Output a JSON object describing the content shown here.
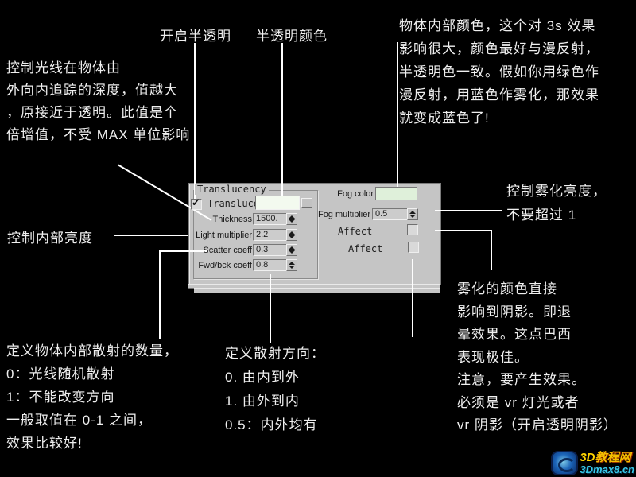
{
  "colors": {
    "background": "#000000",
    "panel_bg": "#c5c5c5",
    "connector": "#ffffff",
    "translucent_swatch": "#f3faef",
    "fog_swatch": "#dff0da",
    "logo_yellow": "#ffd400",
    "logo_cyan": "#38c8e8"
  },
  "annotations": {
    "enable_label": "开启半透明",
    "color_label": "半透明颜色",
    "top_left_lines": [
      "控制光线在物体由",
      "外向内追踪的深度，值越大",
      "，原接近于透明。此值是个",
      "倍增值，不受 MAX 单位影响"
    ],
    "top_right_lines": [
      "物体内部颜色，这个对 3s 效果",
      "影响很大，颜色最好与漫反射，",
      "半透明色一致。假如你用绿色作",
      "漫反射，用蓝色作雾化，那效果",
      "就变成蓝色了!"
    ],
    "mid_left": "控制内部亮度",
    "mid_right_lines": [
      "控制雾化亮度，",
      "不要超过 1"
    ],
    "bottom_left_lines": [
      "定义物体内部散射的数量，",
      "0：光线随机散射",
      "1：不能改变方向",
      "一般取值在 0-1 之间，",
      "效果比较好!"
    ],
    "bottom_center_lines": [
      "定义散射方向：",
      "0. 由内到外",
      "1. 由外到内",
      "0.5：内外均有"
    ],
    "bottom_right_lines": [
      "雾化的颜色直接",
      "影响到阴影。即退",
      "晕效果。这点巴西",
      "表现极佳。",
      "注意，要产生效果。",
      "必须是 vr 灯光或者",
      "vr 阴影（开启透明阴影）"
    ]
  },
  "panel": {
    "group_title": "Translucency",
    "translucent": {
      "label": "Transluce",
      "check_glyph": "✓"
    },
    "rows": [
      {
        "label": "Thickness",
        "value": "1500."
      },
      {
        "label": "Light multiplier",
        "value": "2.2"
      },
      {
        "label": "Scatter coeff",
        "value": "0.3"
      },
      {
        "label": "Fwd/bck coeff",
        "value": "0.8"
      }
    ],
    "fog_color_label": "Fog color",
    "fog_multiplier_label": "Fog multiplier",
    "fog_multiplier_value": "0.5",
    "affect1_label": "Affect",
    "affect2_label": "Affect"
  },
  "logo": {
    "brand_3d": "3D",
    "brand_rest": "教程网",
    "site": "3Dmax8.cn"
  }
}
